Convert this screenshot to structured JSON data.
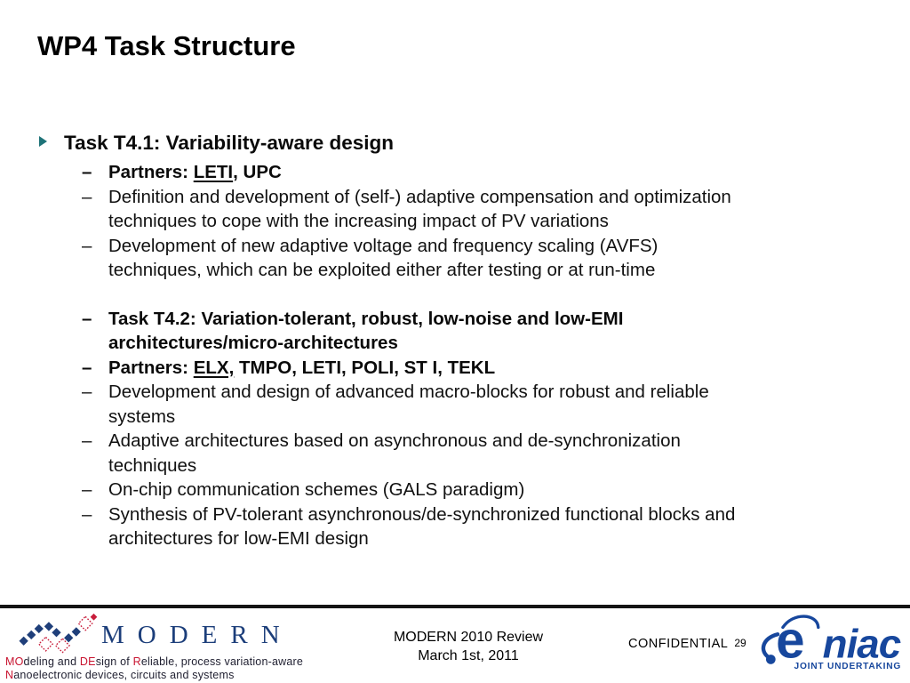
{
  "slide": {
    "title": "WP4 Task Structure"
  },
  "glyphs": {
    "dash": "–"
  },
  "sections": {
    "t41": {
      "heading": "Task T4.1: Variability-aware design",
      "partners_label": "Partners: ",
      "partners_underlined": "LETI",
      "partners_rest": ", UPC",
      "items": [
        "Definition and development of (self-) adaptive compensation and optimization\ntechniques to cope with the increasing impact of PV variations",
        "Development of new adaptive voltage and frequency scaling (AVFS)\ntechniques, which can be exploited either after testing or at run-time"
      ]
    },
    "t42": {
      "heading": "Task T4.2: Variation-tolerant, robust, low-noise and low-EMI\narchitectures/micro-architectures",
      "partners_label": "Partners: ",
      "partners_underlined": "ELX,",
      "partners_rest": " TMPO, LETI, POLI, ST I, TEKL",
      "items": [
        "Development and design of advanced macro-blocks for robust and reliable\nsystems",
        "Adaptive architectures based on asynchronous and de-synchronization\ntechniques",
        "On-chip communication schemes (GALS paradigm)",
        "Synthesis of PV-tolerant asynchronous/de-synchronized functional blocks and\narchitectures for low-EMI design"
      ]
    }
  },
  "footer": {
    "wordmark": "MODERN",
    "tagline1": [
      {
        "text": "MO"
      },
      {
        "text": "deling and "
      },
      {
        "text": "DE"
      },
      {
        "text": "sign of "
      },
      {
        "text": "R"
      },
      {
        "text": "eliable, process variation-aware"
      }
    ],
    "tagline2": [
      {
        "text": "N"
      },
      {
        "text": "anoelectronic devices, circuits and systems"
      }
    ],
    "review_line1": "MODERN 2010 Review",
    "review_line2": "March 1st, 2011",
    "confidential_label": "CONFIDENTIAL",
    "page_number": "29",
    "eniac_e": "e",
    "eniac_name": "niac",
    "eniac_subtitle": "JOINT UNDERTAKING"
  },
  "colors": {
    "eniac_blue": "#17479d",
    "modern_navy": "#1c3e7a",
    "logo_red": "#c81e3c",
    "bullet_teal": "#1e7378",
    "tagline_red": "#c81430"
  }
}
